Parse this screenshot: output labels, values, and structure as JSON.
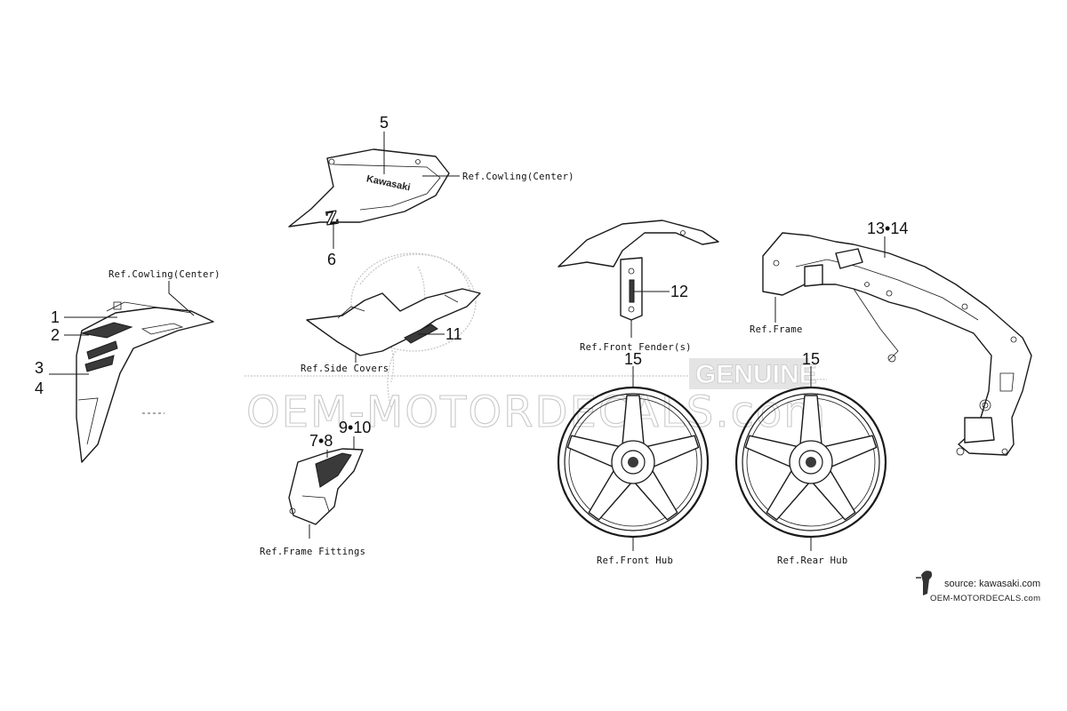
{
  "callouts": {
    "n1": "1",
    "n2": "2",
    "n3": "3",
    "n4": "4",
    "n5": "5",
    "n6": "6",
    "n7_8": "7•8",
    "n9_10": "9•10",
    "n11": "11",
    "n12": "12",
    "n13_14": "13•14",
    "n15_front": "15",
    "n15_rear": "15"
  },
  "references": {
    "cowling_center_top": "Ref.Cowling(Center)",
    "cowling_center_left": "Ref.Cowling(Center)",
    "side_covers": "Ref.Side Covers",
    "frame_fittings": "Ref.Frame Fittings",
    "front_fender": "Ref.Front Fender(s)",
    "front_hub": "Ref.Front Hub",
    "rear_hub": "Ref.Rear Hub",
    "frame": "Ref.Frame"
  },
  "watermark": {
    "text": "OEM-MOTORDECALS.com",
    "badge": "GENUINE"
  },
  "decals": {
    "brand": "Kawasaki",
    "z_mark": "Z"
  },
  "source": {
    "line1": "source: kawasaki.com",
    "line2": "OEM-MOTORDECALS.com",
    "logo_icon": "helmet-head-icon"
  }
}
